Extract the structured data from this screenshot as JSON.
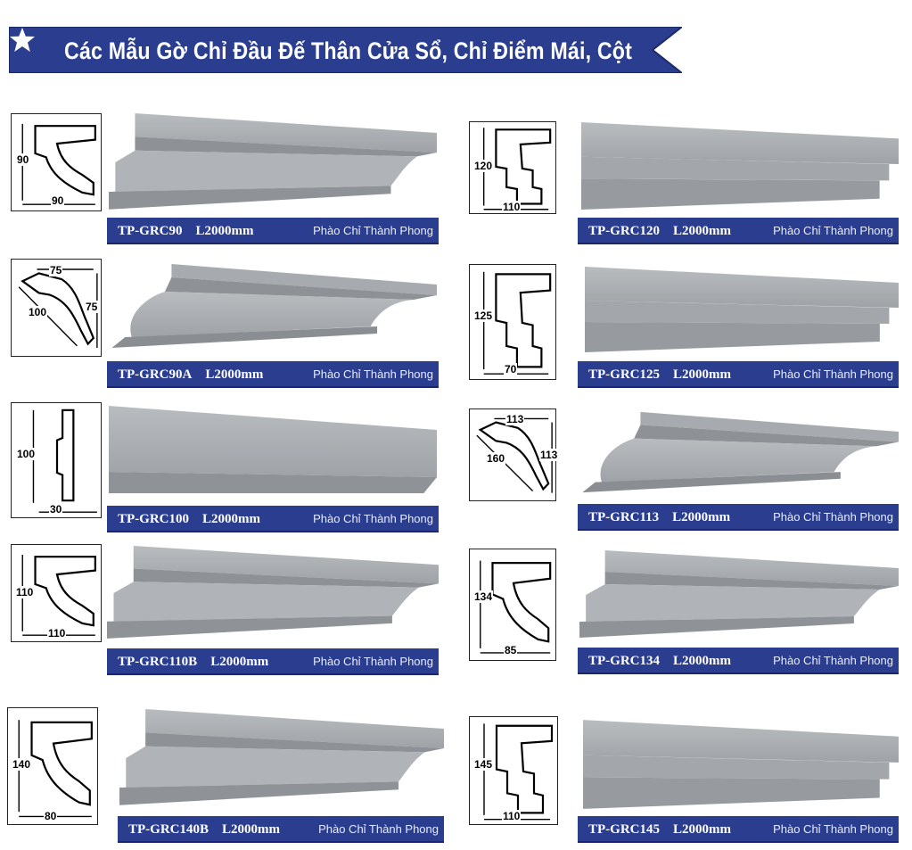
{
  "header": {
    "title": "Các Mẫu Gờ Chỉ Đầu Đế Thân Cửa Sổ, Chỉ Điểm Mái, Cột",
    "star_icon": "star-icon",
    "color": "#2a3d8f"
  },
  "brand": "Phào Chỉ Thành Phong",
  "products": [
    {
      "code": "TP-GRC90",
      "length": "L2000mm",
      "dims": [
        "90",
        "90"
      ]
    },
    {
      "code": "TP-GRC120",
      "length": "L2000mm",
      "dims": [
        "120",
        "110"
      ]
    },
    {
      "code": "TP-GRC90A",
      "length": "L2000mm",
      "dims": [
        "75",
        "100",
        "75"
      ]
    },
    {
      "code": "TP-GRC125",
      "length": "L2000mm",
      "dims": [
        "125",
        "70"
      ]
    },
    {
      "code": "TP-GRC100",
      "length": "L2000mm",
      "dims": [
        "100",
        "30"
      ]
    },
    {
      "code": "TP-GRC113",
      "length": "L2000mm",
      "dims": [
        "113",
        "160",
        "113"
      ]
    },
    {
      "code": "TP-GRC110B",
      "length": "L2000mm",
      "dims": [
        "110",
        "110"
      ]
    },
    {
      "code": "TP-GRC134",
      "length": "L2000mm",
      "dims": [
        "134",
        "85"
      ]
    },
    {
      "code": "TP-GRC140B",
      "length": "L2000mm",
      "dims": [
        "140",
        "80"
      ]
    },
    {
      "code": "TP-GRC145",
      "length": "L2000mm",
      "dims": [
        "145",
        "110"
      ]
    }
  ]
}
